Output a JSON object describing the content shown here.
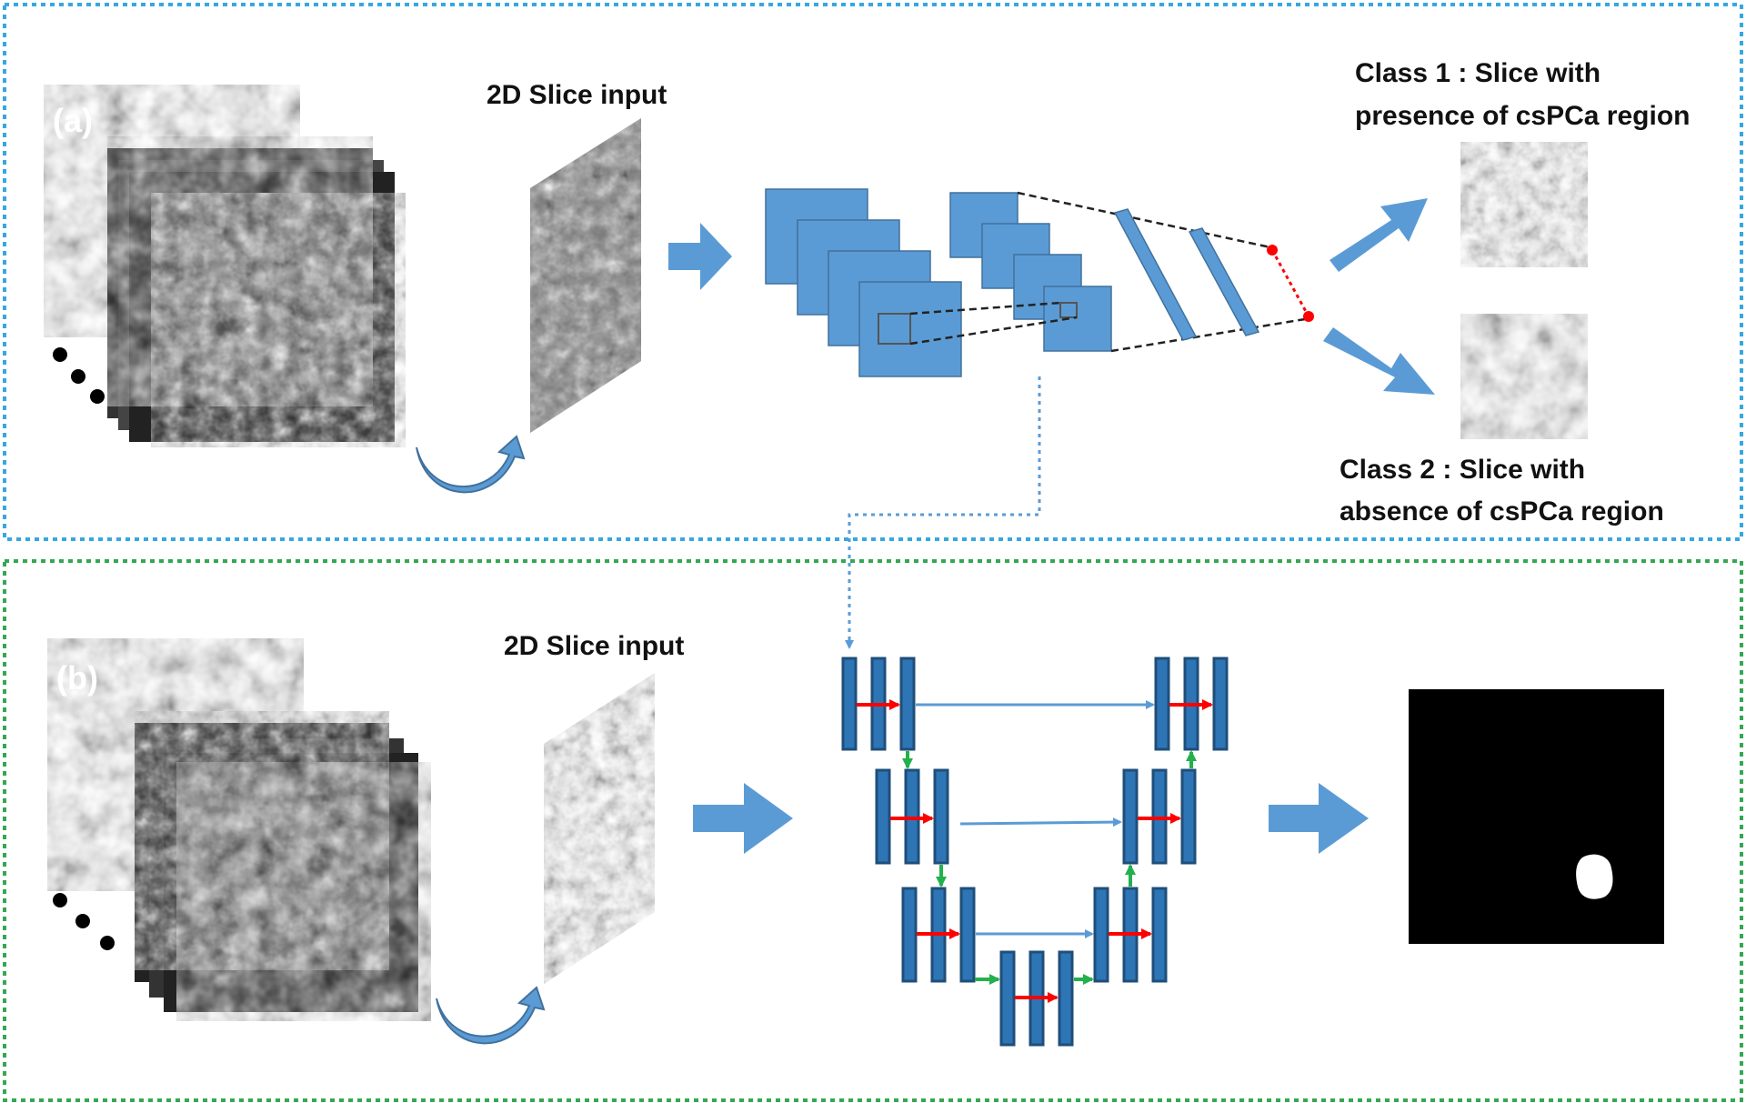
{
  "colors": {
    "panel_a_border": "#35a8e0",
    "panel_b_border": "#33a852",
    "block_blue": "#5b9bd5",
    "unet_blue": "#2e75b6",
    "skip_arrow": "#5b9bd5",
    "red_arrow": "#ff0000",
    "green_arrow": "#22b14c",
    "fc_dot": "#ff0000",
    "mask_background": "#000000",
    "mask_lesion": "#ffffff"
  },
  "panel_a": {
    "label": "(a)",
    "input_title": "2D Slice input",
    "class1_line1": "Class 1 : Slice with",
    "class1_line2": "presence of csPCa region",
    "class2_line1": "Class 2 : Slice with",
    "class2_line2": "absence of csPCa region"
  },
  "panel_b": {
    "label": "(b)",
    "input_title": "2D Slice input"
  },
  "icons": {
    "stack_ellipsis": "ellipsis-dots-icon",
    "slice_extraction": "curved-arrow-icon",
    "flow": "block-arrow-icon"
  }
}
